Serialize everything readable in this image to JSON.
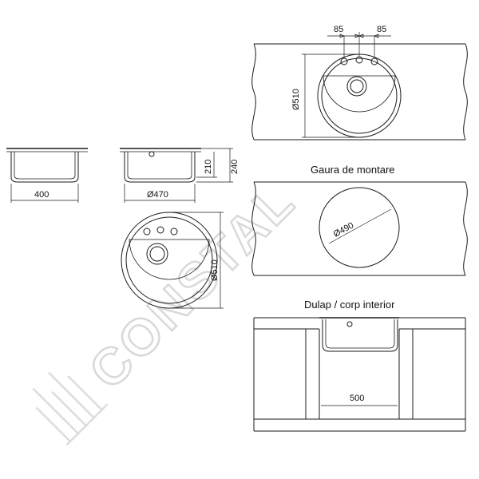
{
  "watermark": {
    "brand": "CONSTAL"
  },
  "labels": {
    "mounting_hole_title": "Gaura de montare",
    "cabinet_title": "Dulap / corp interior"
  },
  "dimensions": {
    "top_diameter": "Ø510",
    "tap_spacing_left": "85",
    "tap_spacing_right": "85",
    "side_width": "400",
    "front_diameter": "Ø470",
    "depth_inner": "210",
    "depth_outer": "240",
    "plan_diameter": "Ø510",
    "cutout_diameter": "Ø490",
    "cabinet_width": "500"
  },
  "colors": {
    "line": "#1a1a1a",
    "watermark": "#d9d9d9"
  }
}
